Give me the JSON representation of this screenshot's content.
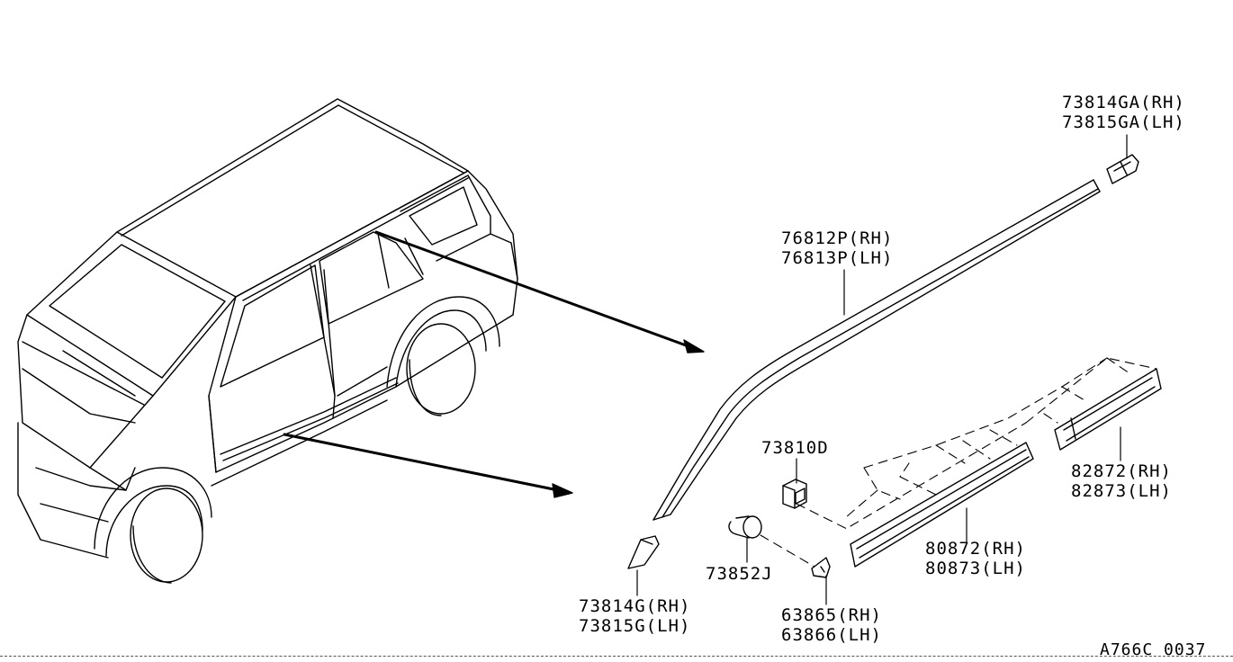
{
  "diagram": {
    "drawing_number": "A766C 0037",
    "parts": {
      "end_cap_rear": {
        "rh": "73814GA(RH)",
        "lh": "73815GA(LH)"
      },
      "roof_drip_molding": {
        "rh": "76812P(RH)",
        "lh": "76813P(LH)"
      },
      "clip": {
        "code": "73810D"
      },
      "rear_door_molding": {
        "rh": "82872(RH)",
        "lh": "82873(LH)"
      },
      "front_door_molding": {
        "rh": "80872(RH)",
        "lh": "80873(LH)"
      },
      "grommet": {
        "code": "73852J"
      },
      "end_cap_front": {
        "rh": "73814G(RH)",
        "lh": "73815G(LH)"
      },
      "bracket": {
        "rh": "63865(RH)",
        "lh": "63866(LH)"
      }
    }
  }
}
